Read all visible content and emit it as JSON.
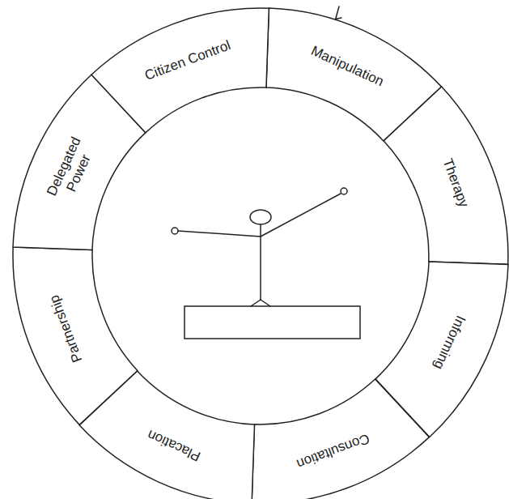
{
  "diagram": {
    "nodes": [
      {
        "text": [
          "Manipulation"
        ]
      },
      {
        "text": [
          "Therapy"
        ]
      },
      {
        "text": [
          "Informing"
        ]
      },
      {
        "text": [
          "Consultation"
        ]
      },
      {
        "text": [
          "Placation"
        ]
      },
      {
        "text": [
          "Partnership"
        ]
      },
      {
        "text": [
          "Delegated Power"
        ]
      },
      {
        "text": [
          "Citizen Control"
        ]
      }
    ]
  }
}
